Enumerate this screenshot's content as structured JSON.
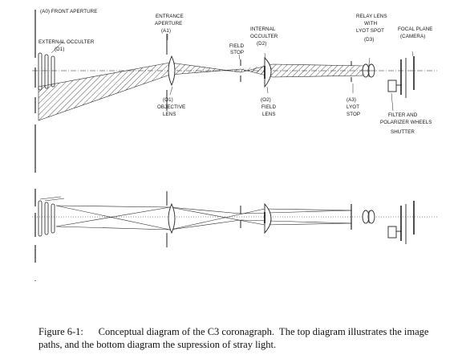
{
  "top_diagram": {
    "labels": {
      "a0": "(A0) FRONT APERTURE",
      "ext_occ_1": "EXTERNAL OCCULTER",
      "ext_occ_2": "(D1)",
      "ent_ap_1": "ENTRANCE",
      "ent_ap_2": "APERTURE",
      "ent_ap_3": "(A1)",
      "field_stop_1": "FIELD",
      "field_stop_2": "STOP",
      "int_occ_1": "INTERNAL",
      "int_occ_2": "OCCULTER",
      "int_occ_3": "(D2)",
      "relay_1": "RELAY LENS",
      "relay_2": "WITH",
      "relay_3": "LYOT SPOT",
      "relay_4": "(D3)",
      "focal_1": "FOCAL PLANE",
      "focal_2": "(CAMERA)",
      "obj_1": "(O1)",
      "obj_2": "OBJECTIVE",
      "obj_3": "LENS",
      "field_lens_1": "(O2)",
      "field_lens_2": "FIELD",
      "field_lens_3": "LENS",
      "lyot_1": "(A3)",
      "lyot_2": "LYOT",
      "lyot_3": "STOP",
      "filter_1": "FILTER AND",
      "filter_2": "POLARIZER WHEELS",
      "shutter": "SHUTTER"
    }
  },
  "caption": {
    "figure": "Figure 6-1:",
    "line1": "Conceptual diagram of the C3 coronagraph.  The top diagram illustrates the image",
    "line2": "paths, and the bottom diagram the supression of stray light."
  }
}
